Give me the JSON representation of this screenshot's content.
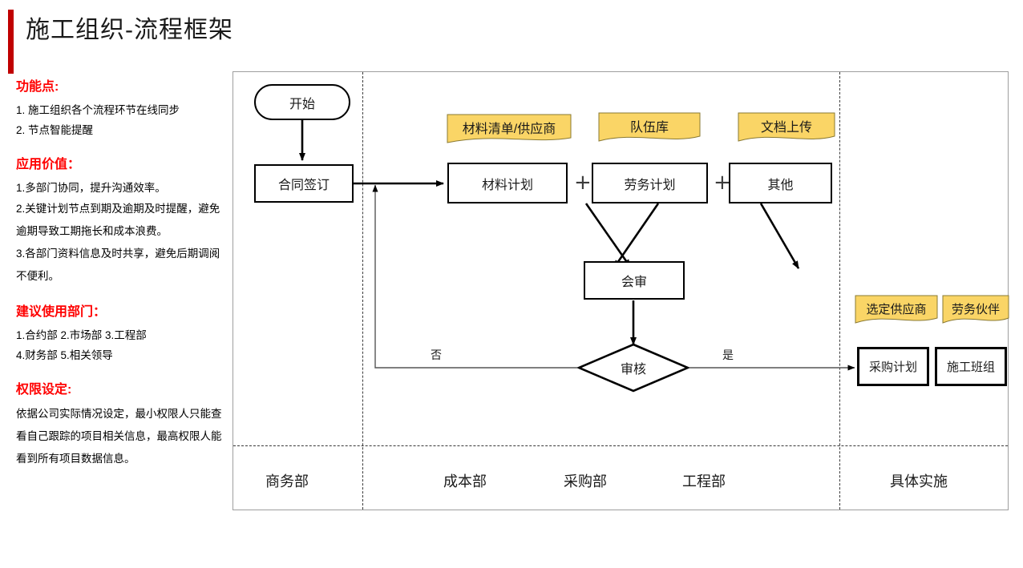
{
  "page_title": "施工组织-流程框架",
  "accent_color": "#C00000",
  "note_heading_color": "#FF0000",
  "note_fill_color": "#FAD566",
  "notes_panel": [
    {
      "heading": "功能点:",
      "lines": [
        "1. 施工组织各个流程环节在线同步",
        "2. 节点智能提醒"
      ]
    },
    {
      "heading": "应用价值：",
      "lines": [
        "1.多部门协同，提升沟通效率。",
        "2.关键计划节点到期及逾期及时提醒，避免逾期导致工期拖长和成本浪费。",
        "3.各部门资料信息及时共享，避免后期调阅不便利。"
      ]
    },
    {
      "heading": "建议使用部门：",
      "lines": [
        "1.合约部 2.市场部 3.工程部",
        "4.财务部 5.相关领导"
      ]
    },
    {
      "heading": "权限设定:",
      "lines": [
        "依据公司实际情况设定，最小权限人只能查看自己跟踪的项目相关信息，最高权限人能看到所有项目数据信息。"
      ]
    }
  ],
  "diagram": {
    "nodes": {
      "start": "开始",
      "contract": "合同签订",
      "material_plan": "材料计划",
      "labor_plan": "劳务计划",
      "other_plan": "其他",
      "joint_review": "会审",
      "approval": "审核",
      "purchase_plan": "采购计划",
      "work_team": "施工班组"
    },
    "doc_notes": {
      "material_list": "材料清单/供应商",
      "team_library": "队伍库",
      "doc_upload": "文档上传",
      "selected_supplier": "选定供应商",
      "labor_partner": "劳务伙伴"
    },
    "operators": {
      "plus_1": "+",
      "plus_2": "+"
    },
    "edge_labels": {
      "no": "否",
      "yes": "是"
    },
    "lanes": [
      "商务部",
      "成本部",
      "采购部",
      "工程部",
      "具体实施"
    ]
  }
}
